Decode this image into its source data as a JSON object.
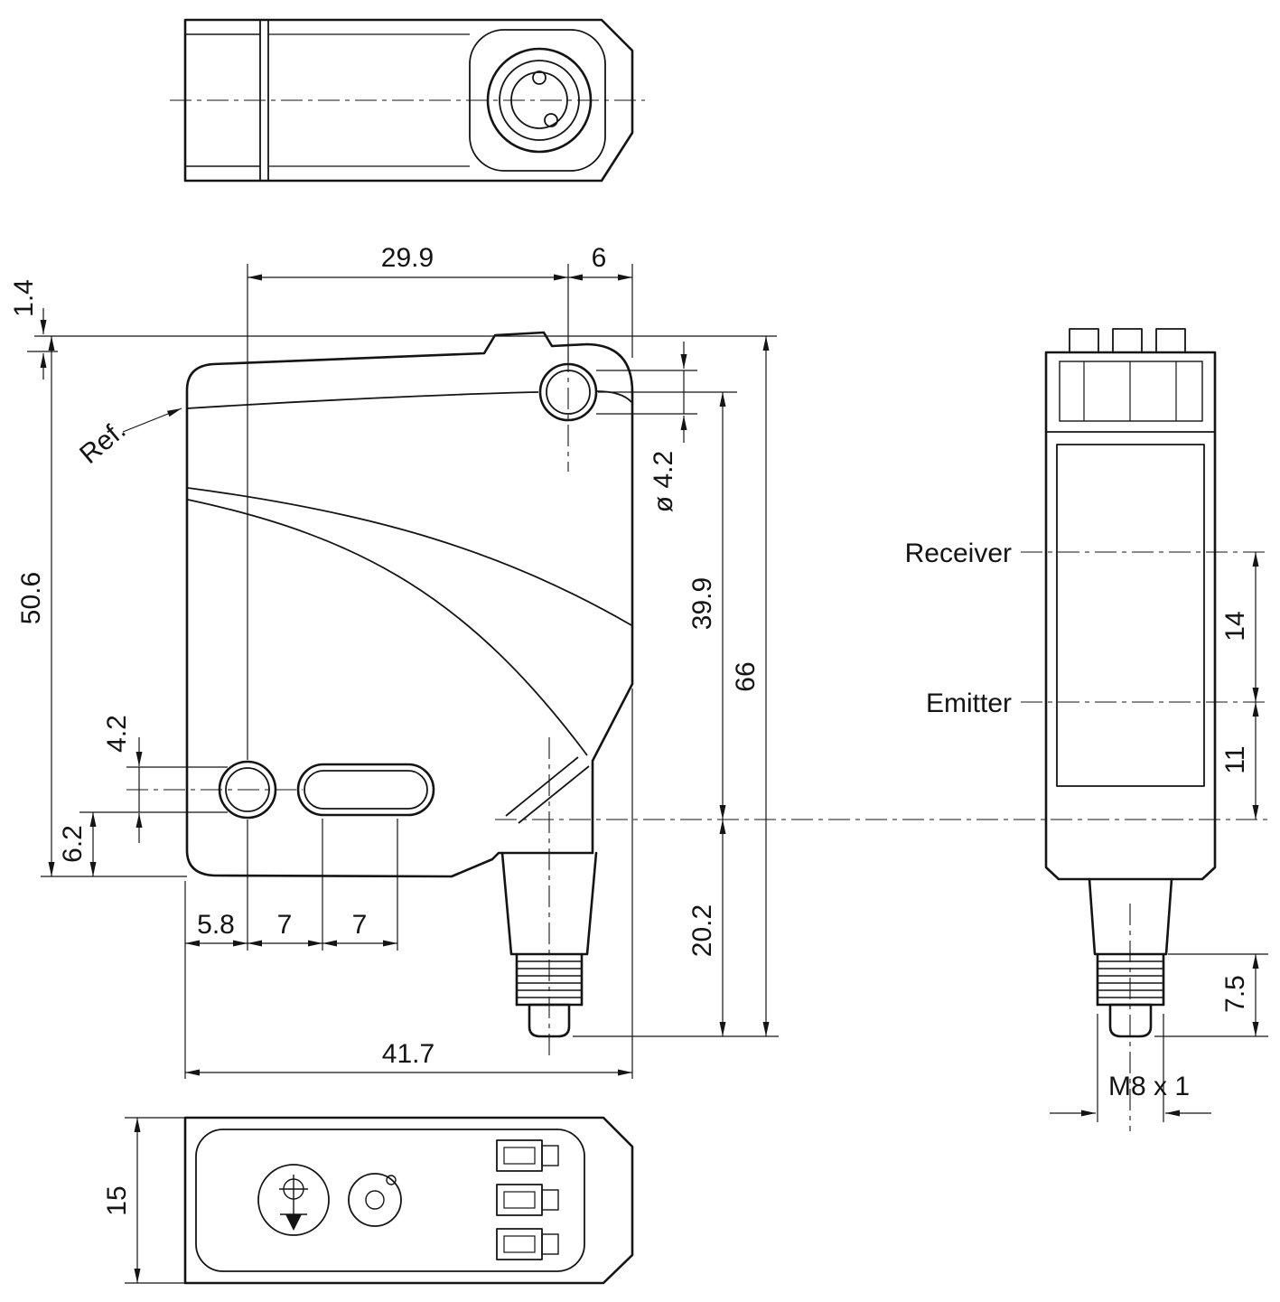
{
  "drawing": {
    "labels": {
      "ref": "Ref.",
      "receiver": "Receiver",
      "emitter": "Emitter",
      "thread": "M8 x 1"
    },
    "dims": {
      "hole_span": "29.9",
      "hole_to_right_edge": "6",
      "lip": "1.4",
      "front_height": "50.6",
      "left_hole_dia": "4.2",
      "left_hole_to_bottom": "6.2",
      "bottom_a": "5.8",
      "bottom_b": "7",
      "bottom_c": "7",
      "overall_width": "41.7",
      "hole_dia": "ø 4.2",
      "hole_to_axis": "39.9",
      "overall_height": "66",
      "axis_to_tip": "20.2",
      "receiver_emitter": "14",
      "emitter_to_axis": "11",
      "connector_length": "7.5",
      "depth": "15"
    }
  }
}
